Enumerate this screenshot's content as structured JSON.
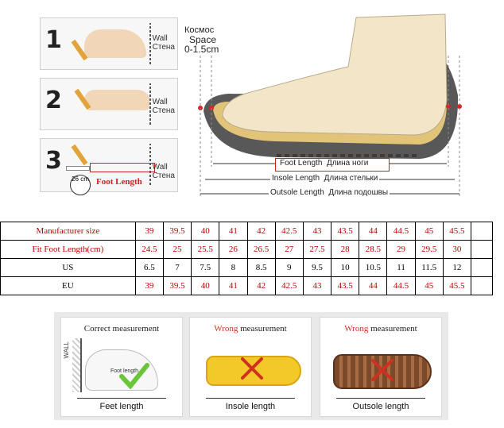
{
  "steps": [
    {
      "num": "1",
      "wall_en": "Wall",
      "wall_ru": "Стена"
    },
    {
      "num": "2",
      "wall_en": "Wall",
      "wall_ru": "Стена"
    },
    {
      "num": "3",
      "wall_en": "Wall",
      "wall_ru": "Стена"
    }
  ],
  "step3_badge": "26 cm",
  "step3_label": "Foot Length",
  "space": {
    "ru": "Космос",
    "en": "Space",
    "range": "0-1.5cm"
  },
  "measurements": [
    {
      "en": "Foot Length",
      "ru": "Длина ноги"
    },
    {
      "en": "Insole Length",
      "ru": "Длина стельки"
    },
    {
      "en": "Outsole Length",
      "ru": "Длина подошвы"
    }
  ],
  "table": {
    "rows": [
      {
        "label": "Manufacturer size",
        "values": [
          "39",
          "39.5",
          "40",
          "41",
          "42",
          "42.5",
          "43",
          "43.5",
          "44",
          "44.5",
          "45",
          "45.5"
        ]
      },
      {
        "label": "Fit Foot Length(cm)",
        "values": [
          "24.5",
          "25",
          "25.5",
          "26",
          "26.5",
          "27",
          "27.5",
          "28",
          "28.5",
          "29",
          "29.5",
          "30"
        ]
      },
      {
        "label": "US",
        "values": [
          "6.5",
          "7",
          "7.5",
          "8",
          "8.5",
          "9",
          "9.5",
          "10",
          "10.5",
          "11",
          "11.5",
          "12"
        ]
      },
      {
        "label": "EU",
        "values": [
          "39",
          "39.5",
          "40",
          "41",
          "42",
          "42.5",
          "43",
          "43.5",
          "44",
          "44.5",
          "45",
          "45.5"
        ]
      }
    ]
  },
  "panels": [
    {
      "title_prefix": "",
      "title_main": "Correct measurement",
      "caption": "Feet length",
      "wall": "WALL",
      "inner": "Foot length"
    },
    {
      "title_prefix": "Wrong",
      "title_main": " measurement",
      "caption": "Insole length"
    },
    {
      "title_prefix": "Wrong",
      "title_main": " measurement",
      "caption": "Outsole length"
    }
  ],
  "colors": {
    "accent_red": "#c22222",
    "check_green": "#6cc43a",
    "insole_yellow": "#f2c928",
    "outsole_brown": "#7b4a2a"
  }
}
